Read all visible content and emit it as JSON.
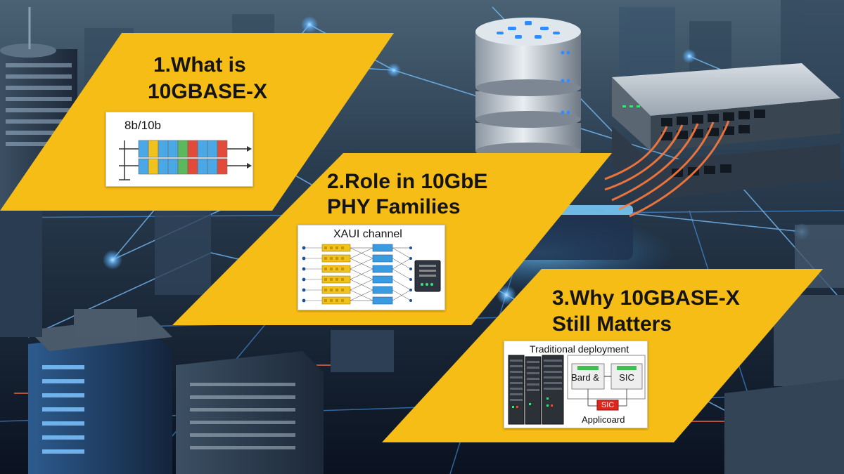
{
  "panels": [
    {
      "title_line1": "1.What is",
      "title_line2": "10GBASE-X",
      "illustration_label": "8b/10b"
    },
    {
      "title_line1": "2.Role in 10GbE",
      "title_line2": "PHY Families",
      "illustration_label": "XAUI channel"
    },
    {
      "title_line1": "3.Why 10GBASE-X",
      "title_line2": "Still Matters",
      "illustration_label": "Traditional deployment",
      "box_left_label": "Bard &",
      "box_right_label": "SIC",
      "box_bottom_label": "SIC",
      "bottom_caption": "Applicoard"
    }
  ],
  "colors": {
    "panel_yellow": "#f6bd16",
    "background_dark": "#0b1524",
    "network_glow": "#5fb4ff",
    "cable_orange": "#ff7a3c"
  },
  "icons": [
    "server-stack-icon",
    "network-switch-icon",
    "server-rack-icon"
  ]
}
